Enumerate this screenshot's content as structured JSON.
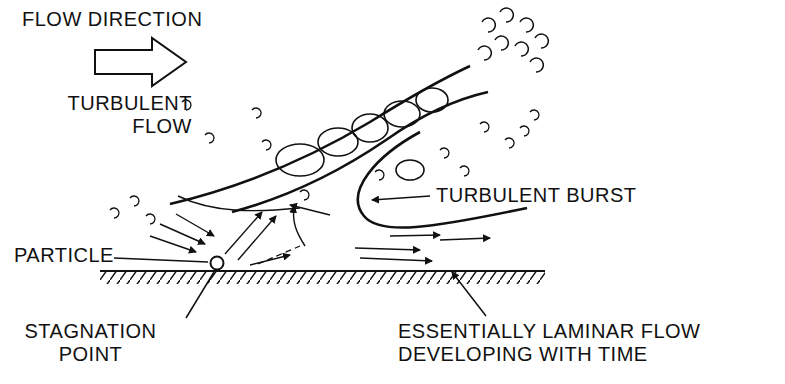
{
  "diagram": {
    "labels": [
      "FLOW DIRECTION",
      "TURBULENT FLOW",
      "TURBULENT BURST",
      "PARTICLE",
      "STAGNATION POINT",
      "ESSENTIALLY LAMINAR FLOW DEVELOPING WITH TIME"
    ]
  }
}
